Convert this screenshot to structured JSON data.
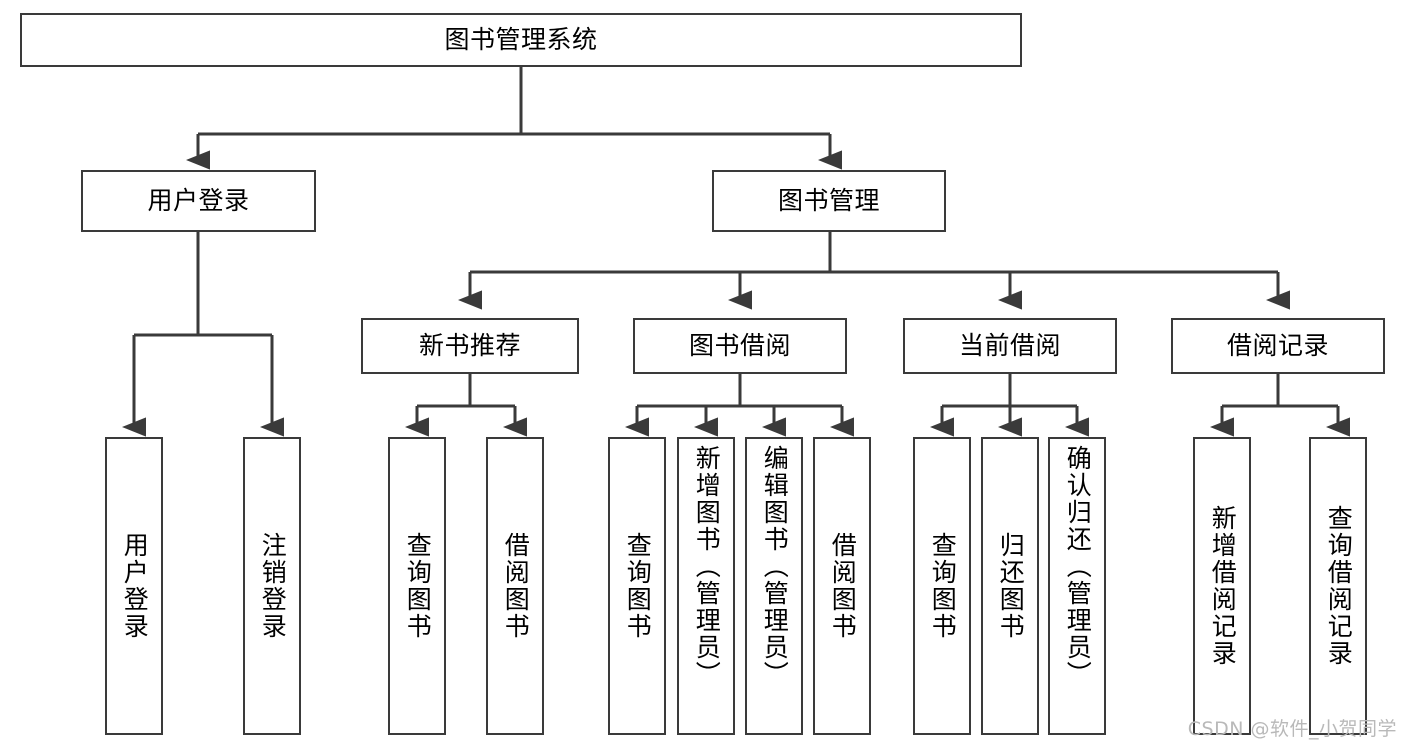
{
  "diagram": {
    "type": "tree-hierarchy",
    "orientation": "top-down",
    "root": {
      "label": "图书管理系统"
    },
    "level2": [
      {
        "label": "用户登录"
      },
      {
        "label": "图书管理"
      }
    ],
    "level3": [
      {
        "label": "新书推荐"
      },
      {
        "label": "图书借阅"
      },
      {
        "label": "当前借阅"
      },
      {
        "label": "借阅记录"
      }
    ],
    "leaves": {
      "user_login": [
        {
          "label": "用户登录"
        },
        {
          "label": "注销登录"
        }
      ],
      "new_book_recommend": [
        {
          "label": "查询图书"
        },
        {
          "label": "借阅图书"
        }
      ],
      "book_borrow": [
        {
          "label": "查询图书"
        },
        {
          "label": "新增图书（管理员）"
        },
        {
          "label": "编辑图书（管理员）"
        },
        {
          "label": "借阅图书"
        }
      ],
      "current_borrow": [
        {
          "label": "查询图书"
        },
        {
          "label": "归还图书"
        },
        {
          "label": "确认归还（管理员）"
        }
      ],
      "borrow_records": [
        {
          "label": "新增借阅记录"
        },
        {
          "label": "查询借阅记录"
        }
      ]
    }
  },
  "watermark": {
    "text": "CSDN @软件_小贺同学"
  },
  "colors": {
    "background": "#ffffff",
    "stroke": "#3a3a3a",
    "text": "#000000",
    "watermark": "#b9b9b9"
  }
}
